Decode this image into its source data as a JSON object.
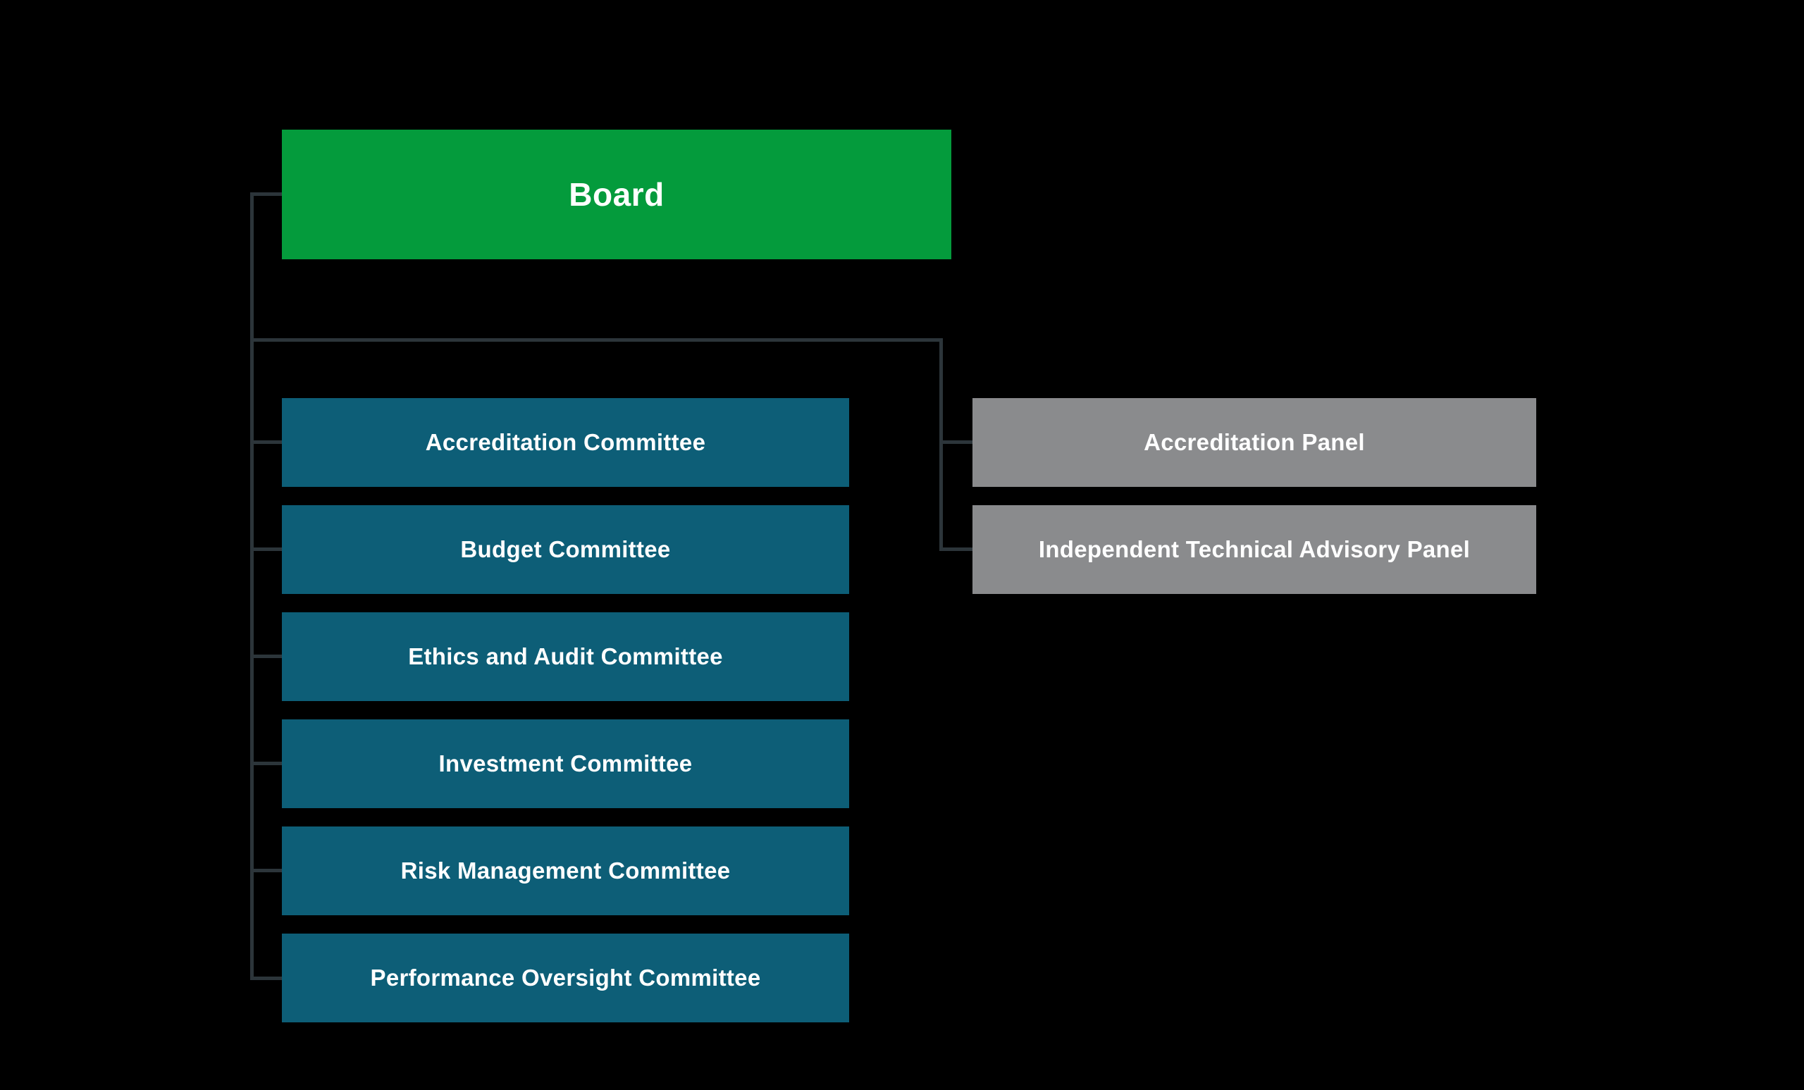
{
  "colors": {
    "background": "#000000",
    "board": "#049B3C",
    "committee": "#0D5E77",
    "panel": "#8A8B8D",
    "connector": "#2C353A",
    "text": "#FFFFFF"
  },
  "board": {
    "label": "Board"
  },
  "committees": [
    {
      "label": "Accreditation Committee"
    },
    {
      "label": "Budget Committee"
    },
    {
      "label": "Ethics and Audit Committee"
    },
    {
      "label": "Investment Committee"
    },
    {
      "label": "Risk Management Committee"
    },
    {
      "label": "Performance Oversight Committee"
    }
  ],
  "panels": [
    {
      "label": "Accreditation Panel"
    },
    {
      "label": "Independent Technical Advisory Panel"
    }
  ]
}
